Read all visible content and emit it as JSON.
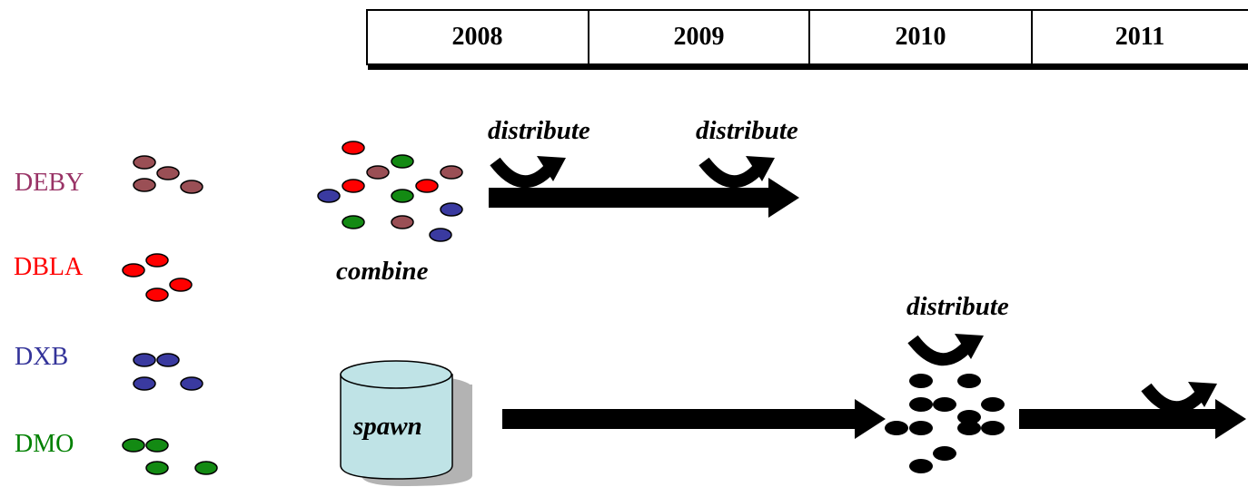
{
  "timeline": {
    "years": [
      "2008",
      "2009",
      "2010",
      "2011"
    ]
  },
  "labels": [
    {
      "text": "DEBY",
      "color": "#993366"
    },
    {
      "text": "DBLA",
      "color": "#ff0000"
    },
    {
      "text": "DXB",
      "color": "#333399"
    },
    {
      "text": "DMO",
      "color": "#008000"
    }
  ],
  "dot_colors": {
    "deby": "#9a4f55",
    "dbla": "#ff0000",
    "dxb": "#3a3aa0",
    "dmo": "#138a13",
    "black": "#000000"
  },
  "actions": {
    "distribute": "distribute",
    "combine": "combine",
    "spawn": "spawn"
  },
  "colors": {
    "spawn_cylinder": "#bfe3e6",
    "spawn_shadow": "#b3b3b3"
  }
}
